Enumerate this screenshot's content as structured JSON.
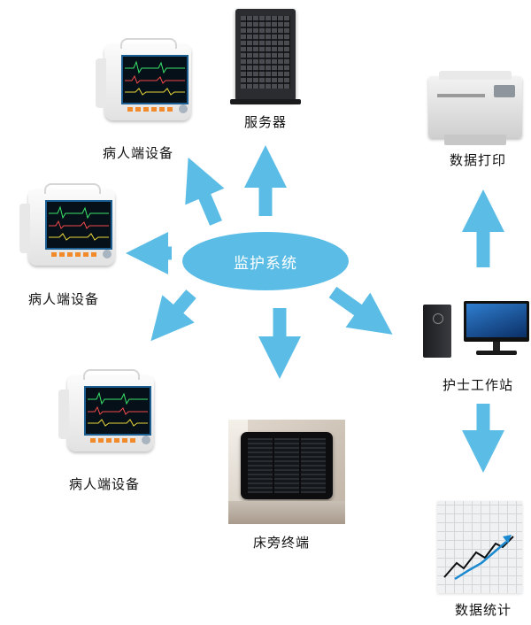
{
  "center": {
    "label": "监护系统"
  },
  "nodes": {
    "patient_1": {
      "label": "病人端设备"
    },
    "patient_2": {
      "label": "病人端设备"
    },
    "patient_3": {
      "label": "病人端设备"
    },
    "server": {
      "label": "服务器"
    },
    "bedside_terminal": {
      "label": "床旁终端"
    },
    "nurse_station": {
      "label": "护士工作站"
    },
    "data_print": {
      "label": "数据打印"
    },
    "data_statistics": {
      "label": "数据统计"
    }
  },
  "colors": {
    "arrow": "#5bbde6",
    "hub": "#5bbde6",
    "hub_text": "#ffffff",
    "label_text": "#111111",
    "monitor_screen": "#061018",
    "server_body": "#2a2c30",
    "stats_line": "#0d0f12",
    "stats_arrow": "#1b8ad0"
  },
  "icons": {
    "patient_1": "patient-monitor-icon",
    "patient_2": "patient-monitor-icon",
    "patient_3": "patient-monitor-icon",
    "server": "server-tower-icon",
    "data_print": "laser-printer-icon",
    "nurse_station": "desktop-workstation-icon",
    "bedside_terminal": "bedside-tablet-icon",
    "data_statistics": "line-chart-icon"
  }
}
